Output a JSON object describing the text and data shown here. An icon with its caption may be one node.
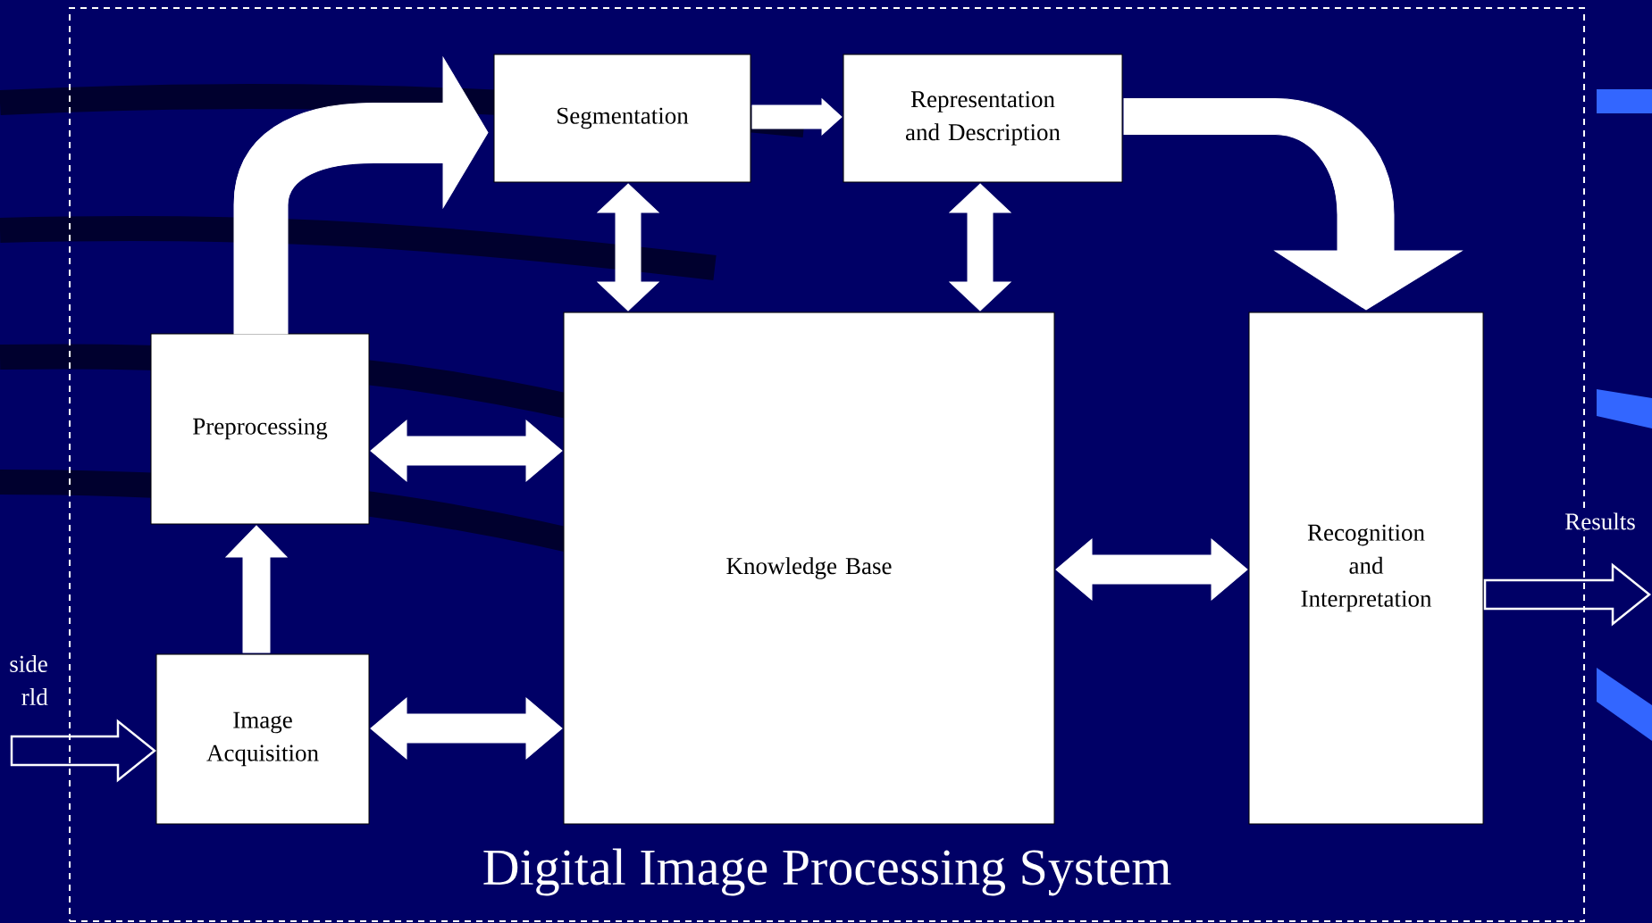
{
  "diagram": {
    "nodes": [
      {
        "text": [
          "Digital Image Processing System"
        ]
      },
      {
        "text": [
          "Image Acquisition"
        ],
        "in": 0
      },
      {
        "text": [
          "Preprocessing"
        ],
        "in": 0
      },
      {
        "text": [
          "Segmentation"
        ],
        "in": 0
      },
      {
        "text": [
          "Representation and Description"
        ],
        "in": 0
      },
      {
        "text": [
          "Knowledge Base"
        ],
        "in": 0
      },
      {
        "text": [
          "Recognition and Interpretation"
        ],
        "in": 0
      }
    ],
    "edges": [
      {
        "from": 1,
        "to": 2,
        "arrow": "to"
      },
      {
        "from": 2,
        "to": 3,
        "arrow": "to"
      },
      {
        "from": 3,
        "to": 4,
        "arrow": "to"
      },
      {
        "from": 4,
        "to": 6,
        "arrow": "to"
      },
      {
        "from": 3,
        "to": 5,
        "arrow": "both"
      },
      {
        "from": 4,
        "to": 5,
        "arrow": "both"
      },
      {
        "from": 2,
        "to": 5,
        "arrow": "both"
      },
      {
        "from": 1,
        "to": 5,
        "arrow": "both"
      },
      {
        "from": 5,
        "to": 6,
        "arrow": "both"
      },
      {
        "from": null,
        "to": 1,
        "arrow": "to"
      },
      {
        "from": 6,
        "to": null,
        "arrow": "to",
        "label": "Results"
      }
    ],
    "labels": [
      "side rld"
    ]
  }
}
